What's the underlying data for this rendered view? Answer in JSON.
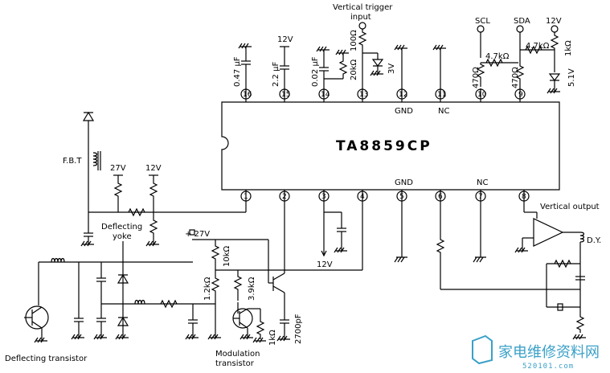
{
  "chip": {
    "name": "TA8859CP",
    "gnd_label": "GND",
    "nc_label": "NC"
  },
  "pins_top": [
    "16",
    "15",
    "14",
    "13",
    "12",
    "11",
    "10",
    "9"
  ],
  "pins_bottom": [
    "1",
    "2",
    "3",
    "4",
    "5",
    "6",
    "7",
    "8"
  ],
  "labels": {
    "vertical_trigger": "Vertical trigger",
    "input": "input",
    "scl": "SCL",
    "sda": "SDA",
    "v12": "12V",
    "v27": "27V",
    "plus27": "+ 27V",
    "fbt": "F.B.T",
    "deflecting_yoke_1": "Deflecting",
    "deflecting_yoke_2": "yoke",
    "deflecting_transistor": "Deflecting transistor",
    "modulation_1": "Modulation",
    "modulation_2": "transistor",
    "vertical_output": "Vertical output",
    "dy": "D.Y."
  },
  "components": {
    "c16": "0.47 μF",
    "c15": "2.2 μF",
    "c14": "0.02 μF",
    "r13a": "100Ω",
    "r13b": "20kΩ",
    "z13": "3V",
    "r10": "470Ω",
    "r10b": "4.7kΩ",
    "r9": "470Ω",
    "r9b": "4.7kΩ",
    "r_sda": "1kΩ",
    "z_sda": "5.1V",
    "r_mod1": "10kΩ",
    "r_mod2": "1.2kΩ",
    "r_mod3": "3.9kΩ",
    "r_mod4": "1kΩ",
    "c_mod": "2700pF"
  },
  "watermark": {
    "main": "家电维修资料网",
    "sub": "520101.com"
  },
  "colors": {
    "line": "#000000",
    "watermark": "#3aa0c8"
  }
}
